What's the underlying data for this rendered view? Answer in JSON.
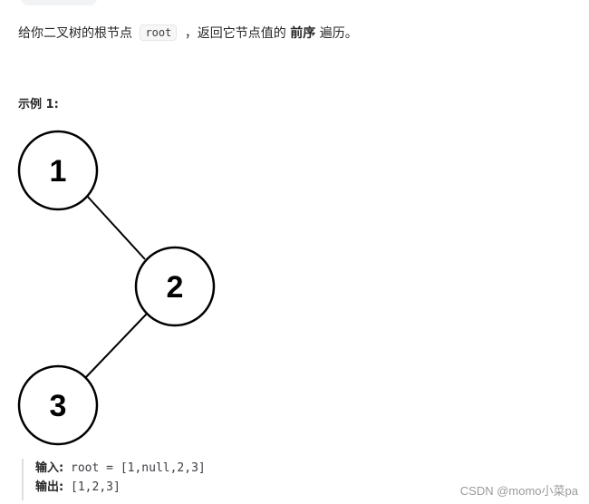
{
  "problem": {
    "desc_prefix": "给你二叉树的根节点",
    "desc_code": "root",
    "desc_middle": "，返回它节点值的",
    "desc_bold": "前序",
    "desc_suffix": "遍历。"
  },
  "example": {
    "title": "示例 1:",
    "tree_nodes": [
      "1",
      "2",
      "3"
    ],
    "input_label": "输入:",
    "input_value": "root = [1,null,2,3]",
    "output_label": "输出:",
    "output_value": "[1,2,3]"
  },
  "watermark": "CSDN @momo小菜pa"
}
